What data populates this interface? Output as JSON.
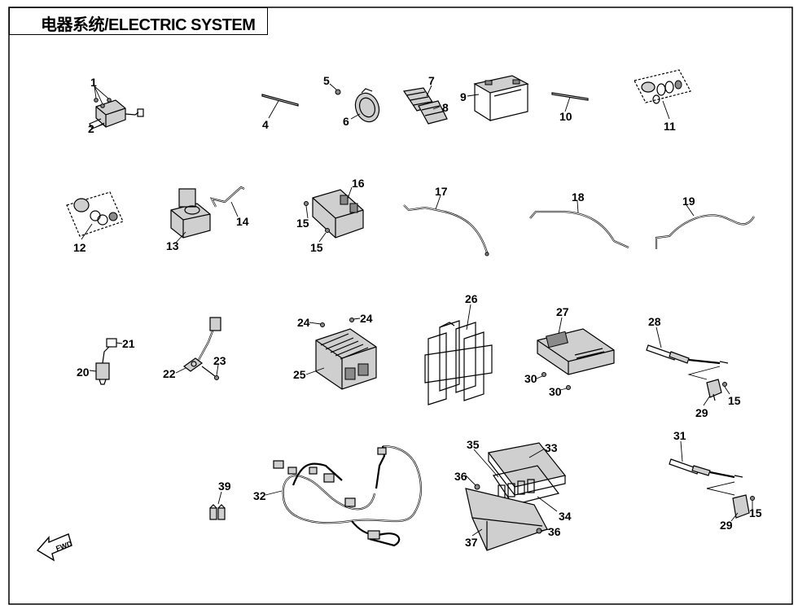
{
  "title": "电器系统/ELECTRIC SYSTEM",
  "labels": {
    "n1": "1",
    "n2": "2",
    "n4": "4",
    "n5": "5",
    "n6": "6",
    "n7": "7",
    "n8": "8",
    "n9": "9",
    "n10": "10",
    "n11": "11",
    "n12": "12",
    "n13": "13",
    "n14": "14",
    "n15a": "15",
    "n15b": "15",
    "n15c": "15",
    "n15d": "15",
    "n16": "16",
    "n17": "17",
    "n18": "18",
    "n19": "19",
    "n20": "20",
    "n21": "21",
    "n22": "22",
    "n23": "23",
    "n24a": "24",
    "n24b": "24",
    "n25": "25",
    "n26": "26",
    "n27": "27",
    "n28": "28",
    "n29a": "29",
    "n29b": "29",
    "n30a": "30",
    "n30b": "30",
    "n31": "31",
    "n32": "32",
    "n33": "33",
    "n34": "34",
    "n35": "35",
    "n36a": "36",
    "n36b": "36",
    "n37": "37",
    "n39": "39"
  },
  "front_arrow": "FWD"
}
